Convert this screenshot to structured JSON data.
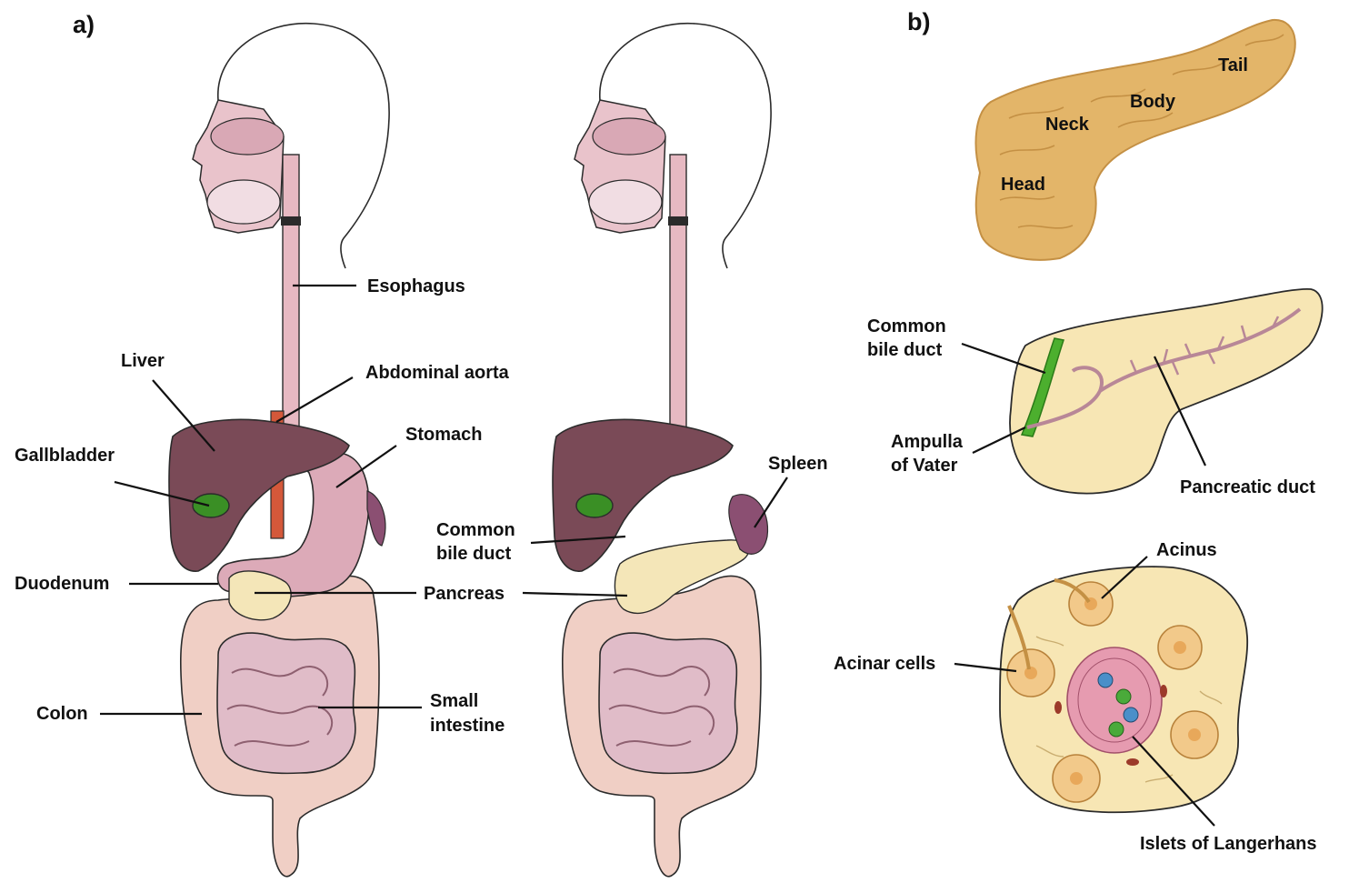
{
  "panels": {
    "a": "a)",
    "b": "b)"
  },
  "labels_a": {
    "esophagus": "Esophagus",
    "abdominal_aorta": "Abdominal aorta",
    "liver": "Liver",
    "stomach": "Stomach",
    "gallbladder": "Gallbladder",
    "duodenum": "Duodenum",
    "pancreas": "Pancreas",
    "colon": "Colon",
    "small_intestine_1": "Small",
    "small_intestine_2": "intestine",
    "spleen": "Spleen",
    "common_bile_duct_1": "Common",
    "common_bile_duct_2": "bile duct"
  },
  "labels_b": {
    "tail": "Tail",
    "body": "Body",
    "neck": "Neck",
    "head": "Head",
    "common_bile_duct_1": "Common",
    "common_bile_duct_2": "bile duct",
    "ampulla_1": "Ampulla",
    "ampulla_2": "of Vater",
    "pancreatic_duct": "Pancreatic duct",
    "acinus": "Acinus",
    "acinar_cells": "Acinar cells",
    "islets": "Islets of Langerhans"
  },
  "colors": {
    "liver": "#7a4a57",
    "gallbladder": "#3a8f25",
    "stomach": "#dcaab8",
    "pancreas": "#f4e6b8",
    "intestine": "#e0bcc8",
    "colon": "#f0cfc5",
    "esophagus": "#e7b9c2",
    "aorta": "#d4583a",
    "spleen": "#8b4f72",
    "pancreas_gland": "#e3b569",
    "islet": "#e69bb0",
    "tissue": "#f7e6b4"
  }
}
